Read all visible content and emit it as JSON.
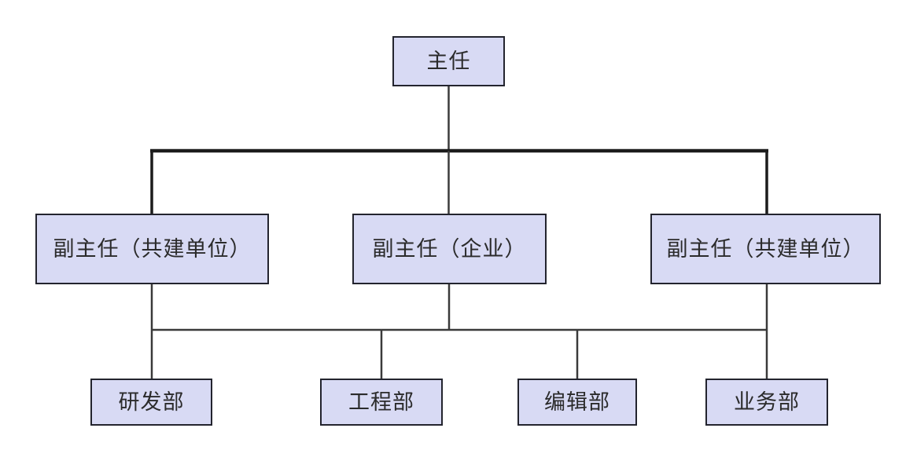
{
  "diagram": {
    "type": "org-chart",
    "background_color": "#ffffff",
    "box_fill_color": "#d8daf4",
    "box_border_color": "#23242e",
    "line_color": "#3a3a3a",
    "text_color": "#2b2b2b",
    "nodes": {
      "director": {
        "label": "主任",
        "level": 1
      },
      "deputy_left": {
        "label": "副主任（共建单位）",
        "level": 2,
        "parent": "主任"
      },
      "deputy_middle": {
        "label": "副主任（企业）",
        "level": 2,
        "parent": "主任"
      },
      "deputy_right": {
        "label": "副主任（共建单位）",
        "level": 2,
        "parent": "主任"
      },
      "dept_rd": {
        "label": "研发部",
        "level": 3
      },
      "dept_eng": {
        "label": "工程部",
        "level": 3
      },
      "dept_edit": {
        "label": "编辑部",
        "level": 3
      },
      "dept_biz": {
        "label": "业务部",
        "level": 3
      }
    }
  }
}
